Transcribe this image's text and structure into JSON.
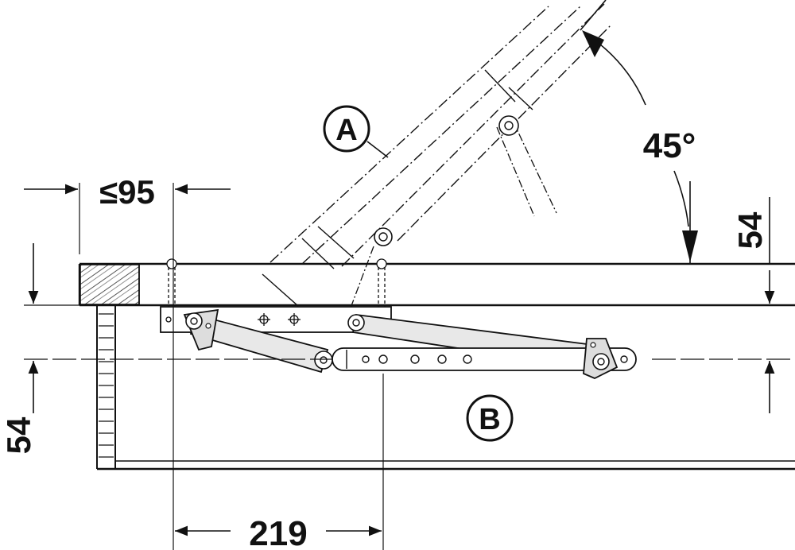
{
  "drawing": {
    "labels": {
      "part_a": "A",
      "part_b": "B"
    },
    "dimensions": {
      "left_offset": "≤95",
      "angle": "45°",
      "top_height": "54",
      "left_height": "54",
      "bottom_width": "219"
    },
    "colors": {
      "line": "#111111",
      "hinge_fill": "#dddddd",
      "wood_fill": "#f2f2f2",
      "background": "#ffffff"
    }
  }
}
